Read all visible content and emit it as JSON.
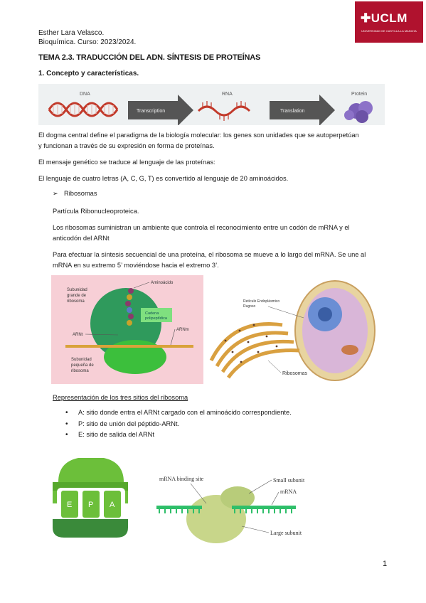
{
  "header": {
    "author": "Esther Lara Velasco.",
    "course": "Bioquímica. Curso: 2023/2024."
  },
  "logo": {
    "name": "UCLM",
    "subtitle": "UNIVERSIDAD DE CASTILLA-LA MANCHA",
    "color": "#b0122e"
  },
  "title": "TEMA 2.3. TRADUCCIÓN DEL ADN. SÍNTESIS DE PROTEÍNAS",
  "section1": "1. Concepto y características.",
  "figure1": {
    "dna": "DNA",
    "rna": "RNA",
    "protein": "Protein",
    "transcription": "Transcription",
    "translation": "Translation"
  },
  "paragraphs": {
    "p1_l1": "El dogma central define el paradigma de la biología molecular: los genes son unidades que se autoperpetúan",
    "p1_l2": "y funcionan a través de su expresión en forma de proteínas.",
    "p2": "El mensaje genético se traduce al lenguaje de las proteínas:",
    "p3": "El lenguaje de cuatro letras (A, C, G, T) es convertido al lenguaje de 20 aminoácidos.",
    "bullet_ribosomas": "Ribosomas",
    "p4": "Partícula Ribonucleoproteica.",
    "p5_l1": "Los ribosomas suministran un ambiente que controla el reconocimiento entre un codón de mRNA y el",
    "p5_l2": "anticodón del ARNt",
    "p6_l1": "Para efectuar la síntesis secuencial de una proteína, el ribosoma se mueve a lo largo del mRNA. Se une al",
    "p6_l2": "mRNA en su extremo 5’ moviéndose hacia el extremo 3’."
  },
  "figure2": {
    "aminoacido": "Aminoácido",
    "subunidad_grande_1": "Subunidad",
    "subunidad_grande_2": "grande de",
    "subunidad_grande_3": "ribosoma",
    "cadena_1": "Cadena",
    "cadena_2": "polipeptídica",
    "arnt": "ARNt",
    "arnm": "ARNm",
    "subunidad_peq_1": "Subunidad",
    "subunidad_peq_2": "pequeña de",
    "subunidad_peq_3": "ribosoma"
  },
  "figure3": {
    "reticulo_1": "Retículo Endoplásmico",
    "reticulo_2": "Rugoso",
    "ribosomas": "Ribosomas"
  },
  "sites": {
    "heading": "Representación de los tres sitios del ribosoma",
    "items": [
      "A: sitio donde entra el ARNt cargado con el aminoácido correspondiente.",
      "P: sitio de unión del péptido-ARNt.",
      "E: sitio de salida del ARNt"
    ]
  },
  "figure4": {
    "e": "E",
    "p": "P",
    "a": "A"
  },
  "figure5": {
    "mrna_binding": "mRNA binding site",
    "small_subunit": "Small subunit",
    "mrna": "mRNA",
    "large_subunit": "Large subunit"
  },
  "page_number": "1"
}
